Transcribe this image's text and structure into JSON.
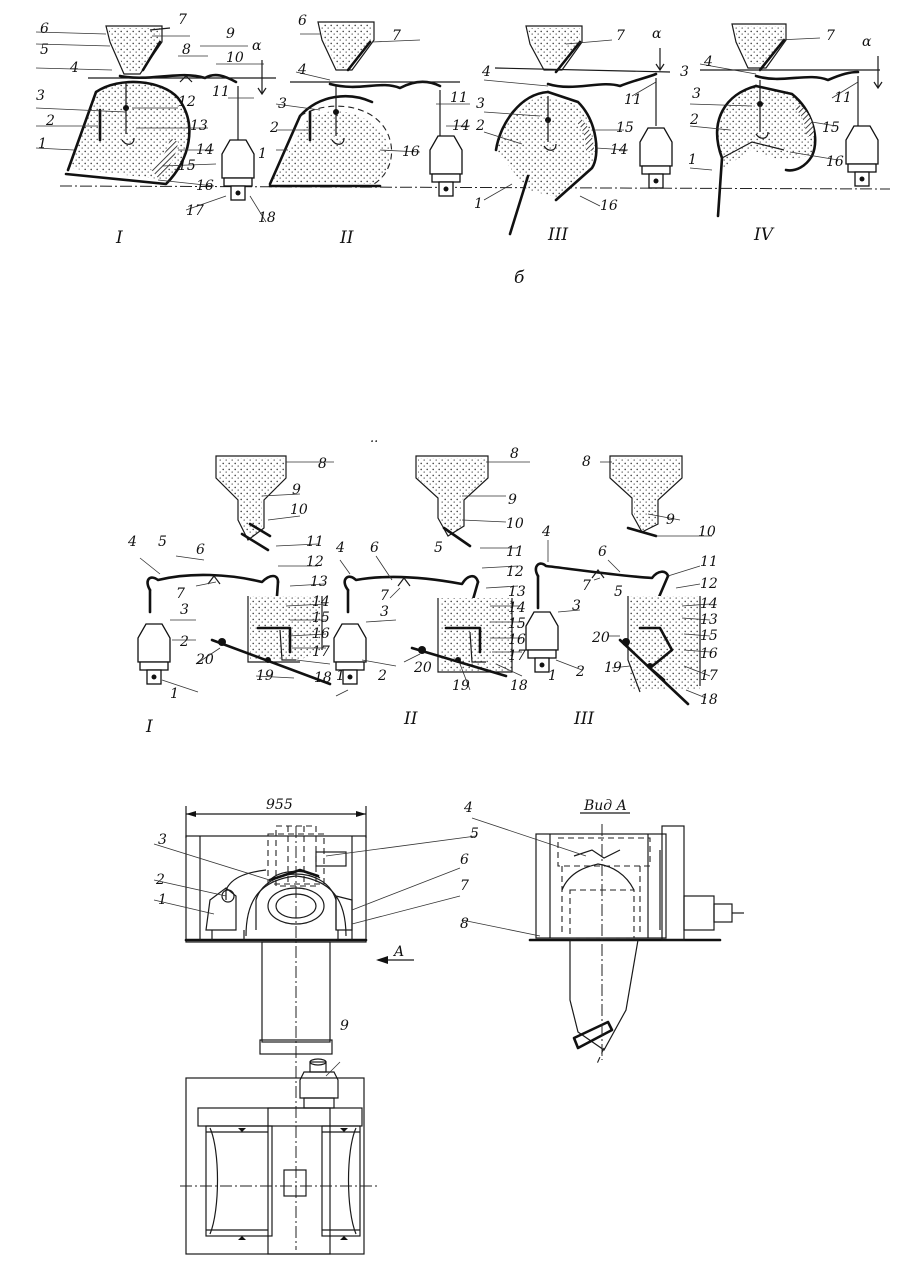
{
  "top_figure": {
    "numbers": {
      "panel1": [
        "6",
        "5",
        "4",
        "3",
        "2",
        "1",
        "7",
        "8",
        "9",
        "10",
        "11",
        "12",
        "13",
        "14",
        "15",
        "16",
        "17",
        "18"
      ],
      "panel2": [
        "6",
        "7",
        "4",
        "3",
        "2",
        "1",
        "11",
        "14",
        "16"
      ],
      "panel3": [
        "7",
        "4",
        "3",
        "2",
        "1",
        "11",
        "15",
        "14",
        "16"
      ],
      "panel4": [
        "7",
        "4",
        "3",
        "2",
        "1",
        "11",
        "15",
        "16"
      ]
    },
    "alpha": "α",
    "alpha_mark_3": "3",
    "roman": [
      "I",
      "II",
      "III",
      "IV"
    ],
    "sublabel": "б"
  },
  "mid_figure": {
    "star": "..",
    "numbers": {
      "panel1": [
        "8",
        "9",
        "10",
        "11",
        "12",
        "13",
        "14",
        "15",
        "16",
        "17",
        "18",
        "19",
        "20",
        "7",
        "6",
        "5",
        "4",
        "3",
        "2",
        "1"
      ],
      "panel2": [
        "8",
        "9",
        "10",
        "11",
        "12",
        "13",
        "14",
        "15",
        "16",
        "17",
        "18",
        "19",
        "20",
        "7",
        "6",
        "5",
        "4",
        "3",
        "2",
        "1"
      ],
      "panel3": [
        "8",
        "9",
        "10",
        "11",
        "12",
        "14",
        "13",
        "15",
        "16",
        "17",
        "18",
        "19",
        "20",
        "7",
        "6",
        "5",
        "4",
        "3",
        "2",
        "1"
      ]
    },
    "roman": [
      "I",
      "II",
      "III"
    ]
  },
  "bottom_figure": {
    "dimension": "955",
    "arrow_label": "A",
    "view_title": "Вид A",
    "left_numbers": [
      "3",
      "2",
      "1"
    ],
    "right_numbers": [
      "4",
      "5",
      "6",
      "7",
      "8"
    ],
    "motor_number": "9"
  }
}
